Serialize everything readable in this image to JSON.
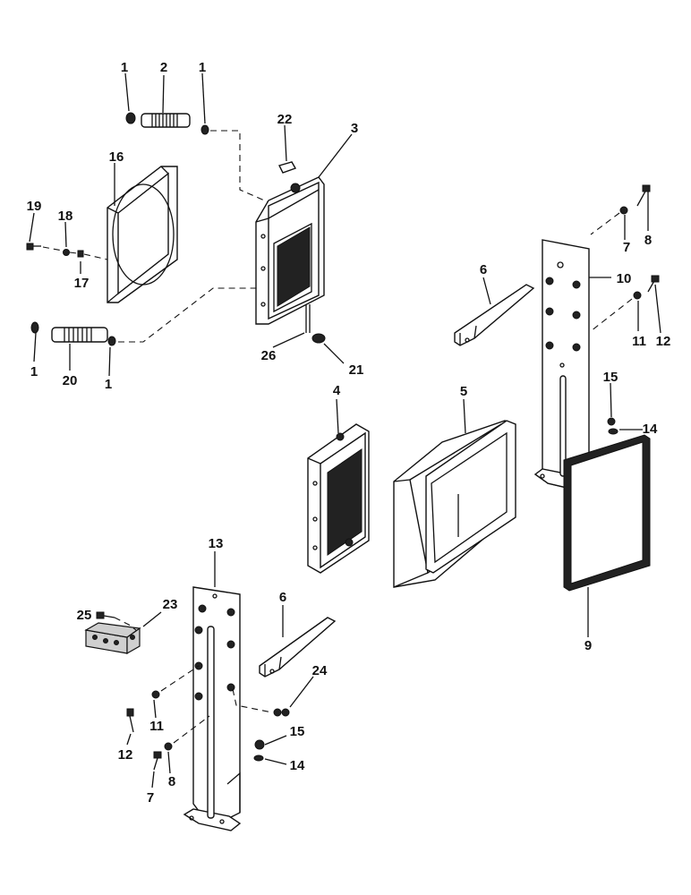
{
  "labels": {
    "l1a": "1",
    "l2": "2",
    "l1b": "1",
    "l22": "22",
    "l3": "3",
    "l16": "16",
    "l19": "19",
    "l18": "18",
    "l17": "17",
    "l7a": "7",
    "l8a": "8",
    "l6a": "6",
    "l10": "10",
    "l11a": "11",
    "l12a": "12",
    "l1c": "1",
    "l20": "20",
    "l1d": "1",
    "l26": "26",
    "l21": "21",
    "l15a": "15",
    "l14a": "14",
    "l4": "4",
    "l5": "5",
    "l9": "9",
    "l13": "13",
    "l23": "23",
    "l25": "25",
    "l6b": "6",
    "l24": "24",
    "l11b": "11",
    "l12b": "12",
    "l15b": "15",
    "l14b": "14",
    "l7b": "7",
    "l8b": "8"
  }
}
